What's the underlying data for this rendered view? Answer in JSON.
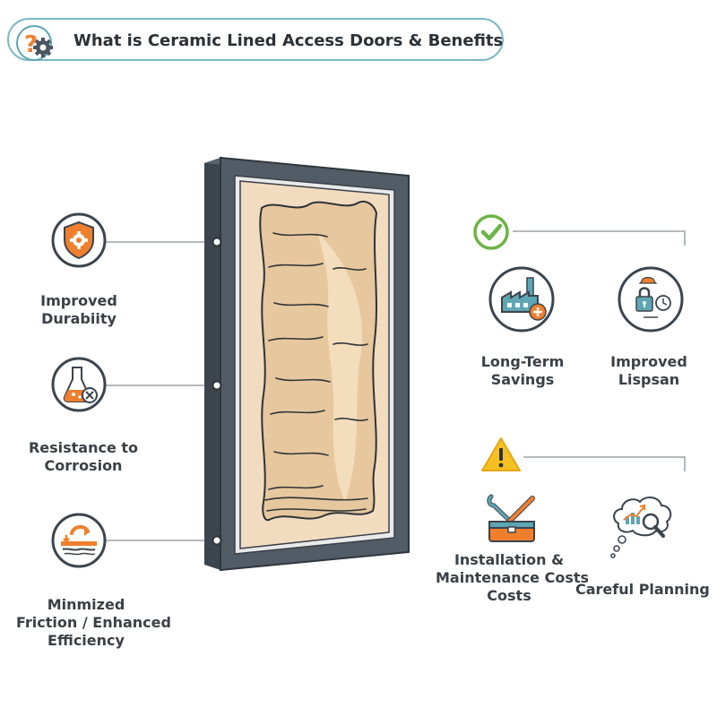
{
  "header": {
    "title": "What is Ceramic Lined Access Doors & Benefits",
    "icon": "question-gear-icon"
  },
  "colors": {
    "accent_orange": "#f07f2d",
    "accent_teal": "#5fa6b5",
    "check_green": "#6bb544",
    "warning_yellow": "#f5c022",
    "frame_dark": "#4b5560",
    "ceramic_fill": "#f2dcc0"
  },
  "left_benefits": [
    {
      "label_line1": "Improved",
      "label_line2": "Durabiity",
      "icon": "shield-gear-icon"
    },
    {
      "label_line1": "Resistance to",
      "label_line2": "Corrosion",
      "icon": "flask-x-icon"
    },
    {
      "label_line1": "Minmized",
      "label_line2": "Friction / Enhanced",
      "label_line3": "Efficiency",
      "icon": "friction-arrow-icon"
    }
  ],
  "benefits_group": {
    "icon": "check-circle-icon",
    "items": [
      {
        "label_line1": "Long-Term",
        "label_line2": "Savings",
        "icon": "factory-plus-icon"
      },
      {
        "label_line1": "Improved",
        "label_line2": "Lispsan",
        "icon": "lock-clock-icon"
      }
    ]
  },
  "considerations_group": {
    "icon": "warning-triangle-icon",
    "items": [
      {
        "label_line1": "Installation &",
        "label_line2": "Maintenance Costs",
        "label_line3": "Costs",
        "icon": "wrench-toolbox-icon"
      },
      {
        "label_line1": "Careful Planning",
        "icon": "thought-chart-icon"
      }
    ]
  }
}
